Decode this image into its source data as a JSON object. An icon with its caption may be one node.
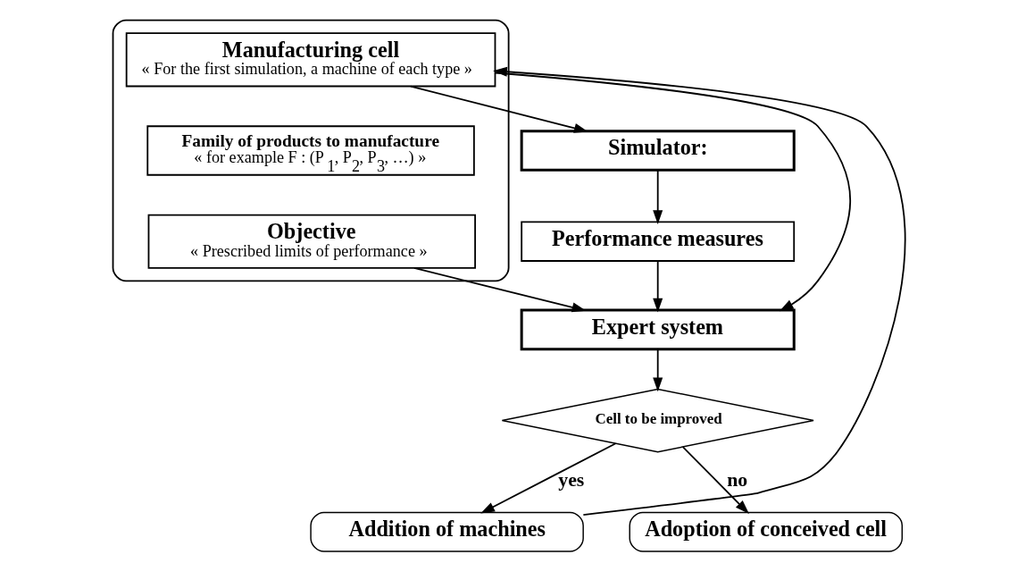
{
  "diagram": {
    "nodes": [
      {
        "text": [],
        "shape": "box"
      },
      {
        "text": [
          "Manufacturing cell",
          "« For the first simulation, a machine of each type »"
        ],
        "in": 0
      },
      {
        "text": [
          "Family of products to manufacture",
          "« for example F : (P$_{1}$, P$_{2}$, P$_{3}$, …) »"
        ],
        "in": 0
      },
      {
        "text": [
          "Objective",
          "« Prescribed limits of performance »"
        ],
        "in": 0
      },
      {
        "text": [
          "Simulator:"
        ]
      },
      {
        "text": [
          "Performance measures"
        ]
      },
      {
        "text": [
          "Expert system"
        ]
      },
      {
        "text": [
          "Cell to be improved"
        ]
      },
      {
        "text": [
          "Addition of machines"
        ]
      },
      {
        "text": [
          "Adoption of conceived cell"
        ]
      }
    ],
    "edges": [
      {
        "from": 1,
        "to": 4,
        "arrow": "to"
      },
      {
        "from": 1,
        "to": 6,
        "arrow": "to"
      },
      {
        "from": 3,
        "to": 6,
        "arrow": "to"
      },
      {
        "from": 4,
        "to": 5,
        "arrow": "to"
      },
      {
        "from": 5,
        "to": 6,
        "arrow": "to"
      },
      {
        "from": 6,
        "to": 7,
        "arrow": "to"
      },
      {
        "from": 7,
        "to": 8,
        "label": "yes",
        "arrow": "to"
      },
      {
        "from": 7,
        "to": 9,
        "label": "no",
        "arrow": "to"
      },
      {
        "from": 8,
        "to": 1,
        "arrow": "to"
      }
    ]
  }
}
